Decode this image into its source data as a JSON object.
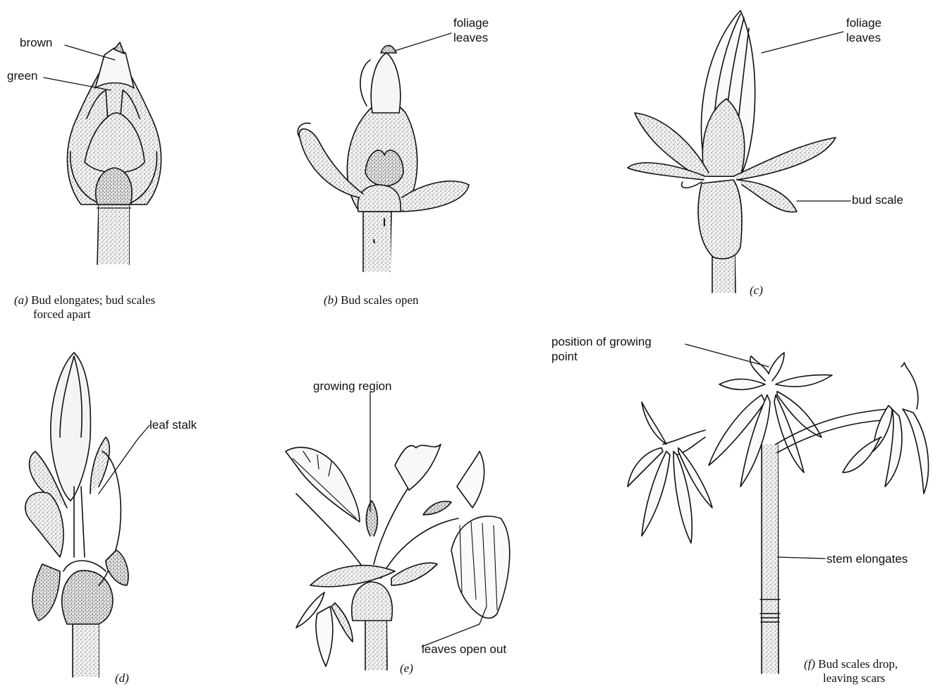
{
  "labels": {
    "a_brown": "brown",
    "a_green": "green",
    "b_foliage": "foliage\nleaves",
    "c_foliage": "foliage\nleaves",
    "c_bud_scale": "bud scale",
    "d_leaf_stalk": "leaf stalk",
    "e_growing_region": "growing region",
    "e_leaves_open": "leaves open out",
    "f_growing_point": "position of growing\npoint",
    "f_stem_elongates": "stem elongates"
  },
  "captions": {
    "a_letter": "(a)",
    "a_text": "Bud elongates; bud scales",
    "a_text2": "forced apart",
    "b_letter": "(b)",
    "b_text": "Bud scales open",
    "c_letter": "(c)",
    "d_letter": "(d)",
    "e_letter": "(e)",
    "f_letter": "(f)",
    "f_text": "Bud scales drop,",
    "f_text2": "leaving scars"
  },
  "colors": {
    "ink": "#111111",
    "stipple": "#d9d9d9",
    "paper": "#ffffff"
  }
}
